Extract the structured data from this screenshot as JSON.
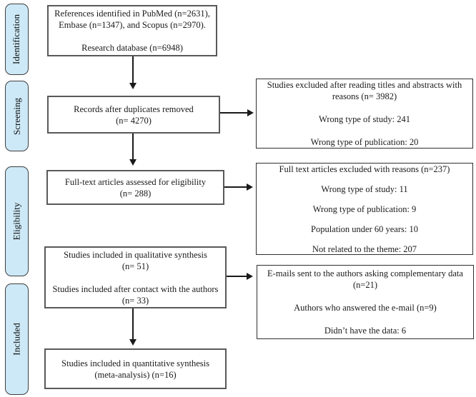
{
  "stages": [
    {
      "label": "Identification"
    },
    {
      "label": "Screening"
    },
    {
      "label": "Eligibility"
    },
    {
      "label": "Included"
    }
  ],
  "boxes": {
    "references": {
      "lines": [
        "References identified in PubMed (n=2631),",
        "Embase (n=1347), and Scopus (n=2970).",
        "",
        "Research database (n=6948)"
      ]
    },
    "duplicates": {
      "lines": [
        "Records after duplicates removed",
        "(n= 4270)"
      ]
    },
    "fulltext": {
      "lines": [
        "Full-text articles assessed for eligibility",
        "(n= 288)"
      ]
    },
    "qualitative": {
      "lines": [
        "Studies included in qualitative synthesis",
        "(n= 51)",
        "",
        "Studies included after contact with the authors",
        "(n= 33)"
      ]
    },
    "quantitative": {
      "lines": [
        "Studies included in quantitative synthesis",
        "(meta-analysis) (n=16)"
      ]
    },
    "excluded_abstracts": {
      "lines": [
        "Studies excluded after reading titles and abstracts with",
        "reasons (n= 3982)",
        "",
        "Wrong type of study: 241",
        "",
        "Wrong type of publication: 20"
      ]
    },
    "excluded_fulltext": {
      "lines": [
        "Full text articles excluded with reasons (n=237)",
        "",
        "Wrong type of study: 11",
        "",
        "Wrong type of publication: 9",
        "",
        "Population under 60 years: 10",
        "",
        "Not related to the theme: 207"
      ]
    },
    "emails": {
      "lines": [
        "E-mails sent to the authors asking complementary data",
        "(n=21)",
        "",
        "Authors who answered the e-mail (n=9)",
        "",
        "Didn’t have the data: 6"
      ]
    }
  },
  "colors": {
    "stage_fill": "#cde9f7",
    "stage_border": "#3f3f3f",
    "main_box_border": "#58595b",
    "side_box_border": "#2f2f2f",
    "arrow": "#1a1a1a",
    "background": "#ffffff",
    "text": "#1a1a1a"
  }
}
